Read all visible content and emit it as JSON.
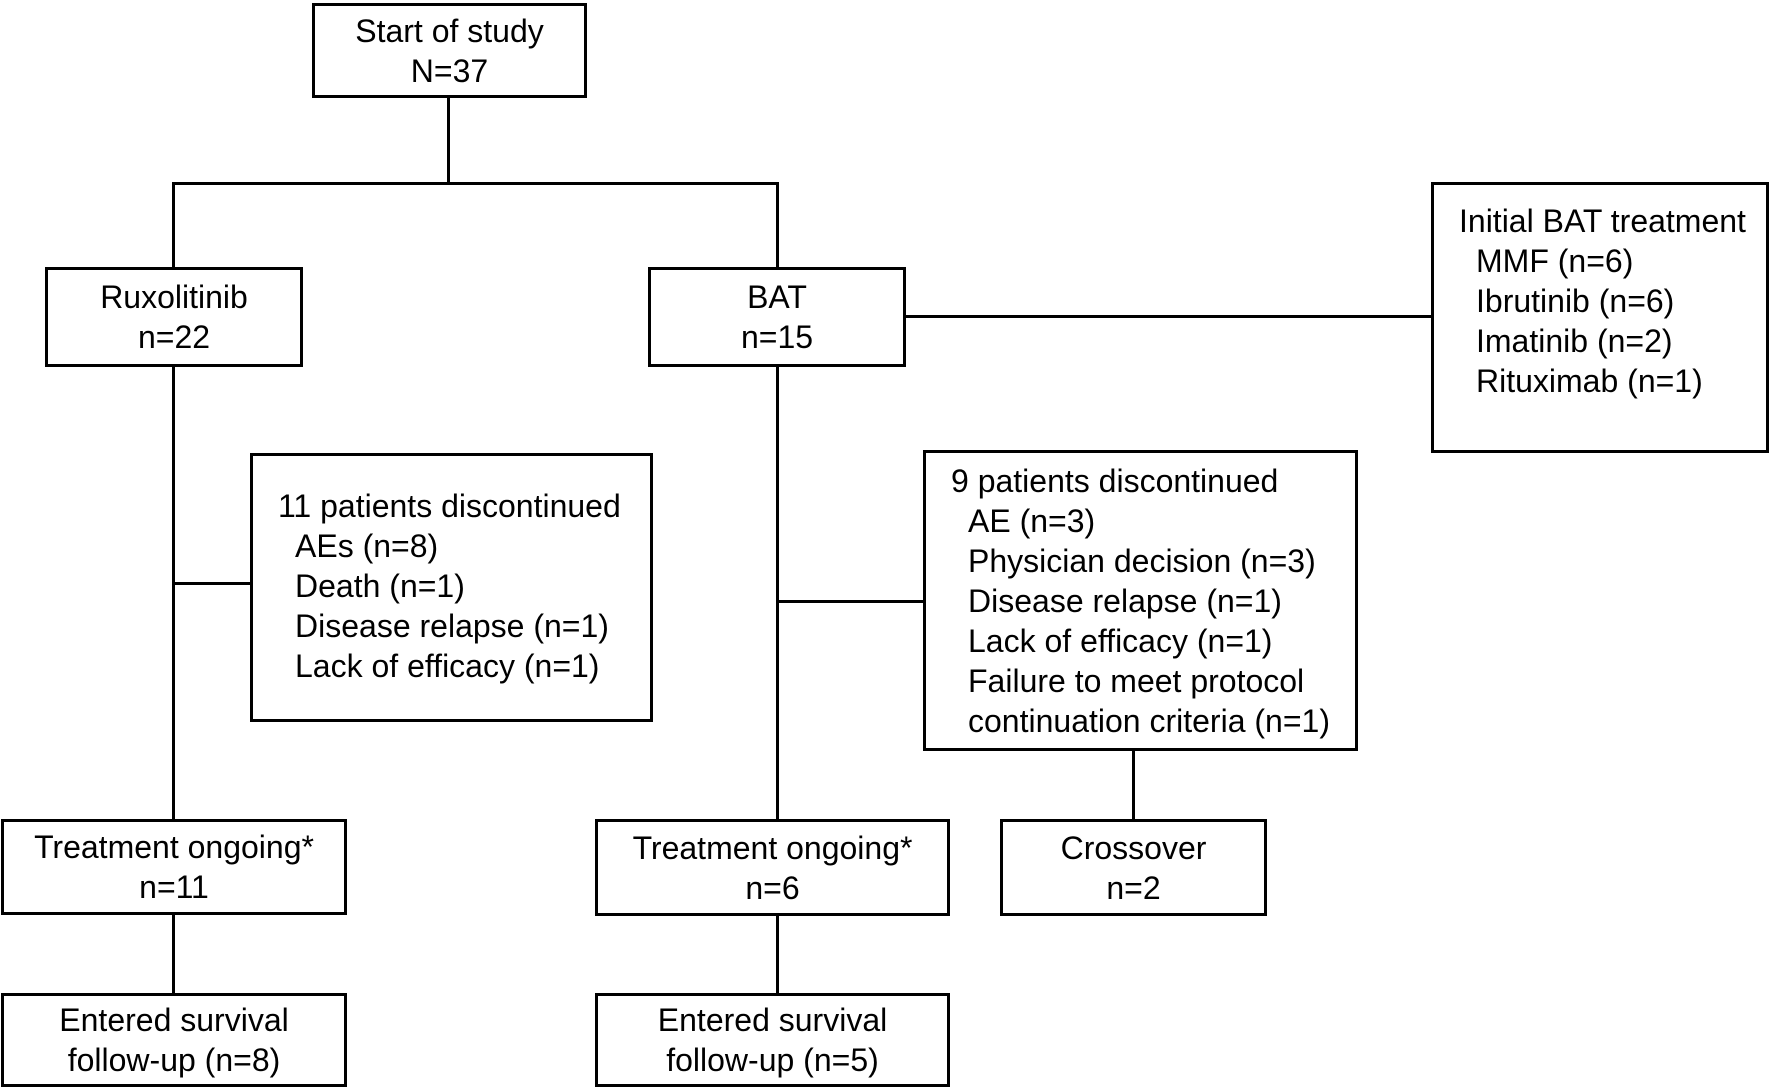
{
  "diagram": {
    "type": "study-flow-chart",
    "background_color": "#ffffff",
    "line_color": "#000000",
    "text_color": "#000000",
    "boxes": {
      "start": {
        "line1": "Start of study",
        "line2": "N=37"
      },
      "ruxolitinib": {
        "line1": "Ruxolitinib",
        "line2": "n=22"
      },
      "bat": {
        "line1": "BAT",
        "line2": "n=15"
      },
      "initial_bat": {
        "heading": "Initial BAT treatment",
        "items": [
          "MMF (n=6)",
          "Ibrutinib (n=6)",
          "Imatinib (n=2)",
          "Rituximab (n=1)"
        ]
      },
      "rux_discontinued": {
        "heading": "11 patients discontinued",
        "items": [
          "AEs (n=8)",
          "Death (n=1)",
          "Disease relapse (n=1)",
          "Lack of efficacy (n=1)"
        ]
      },
      "bat_discontinued": {
        "heading": "9 patients discontinued",
        "items": [
          "AE (n=3)",
          "Physician decision (n=3)",
          "Disease relapse (n=1)",
          "Lack of efficacy (n=1)",
          "Failure to meet protocol continuation criteria (n=1)"
        ]
      },
      "rux_ongoing": {
        "line1": "Treatment ongoing*",
        "line2": "n=11"
      },
      "bat_ongoing": {
        "line1": "Treatment ongoing*",
        "line2": "n=6"
      },
      "crossover": {
        "line1": "Crossover",
        "line2": "n=2"
      },
      "rux_survival": {
        "line1": "Entered survival",
        "line2": "follow-up (n=8)"
      },
      "bat_survival": {
        "line1": "Entered survival",
        "line2": "follow-up (n=5)"
      }
    }
  }
}
